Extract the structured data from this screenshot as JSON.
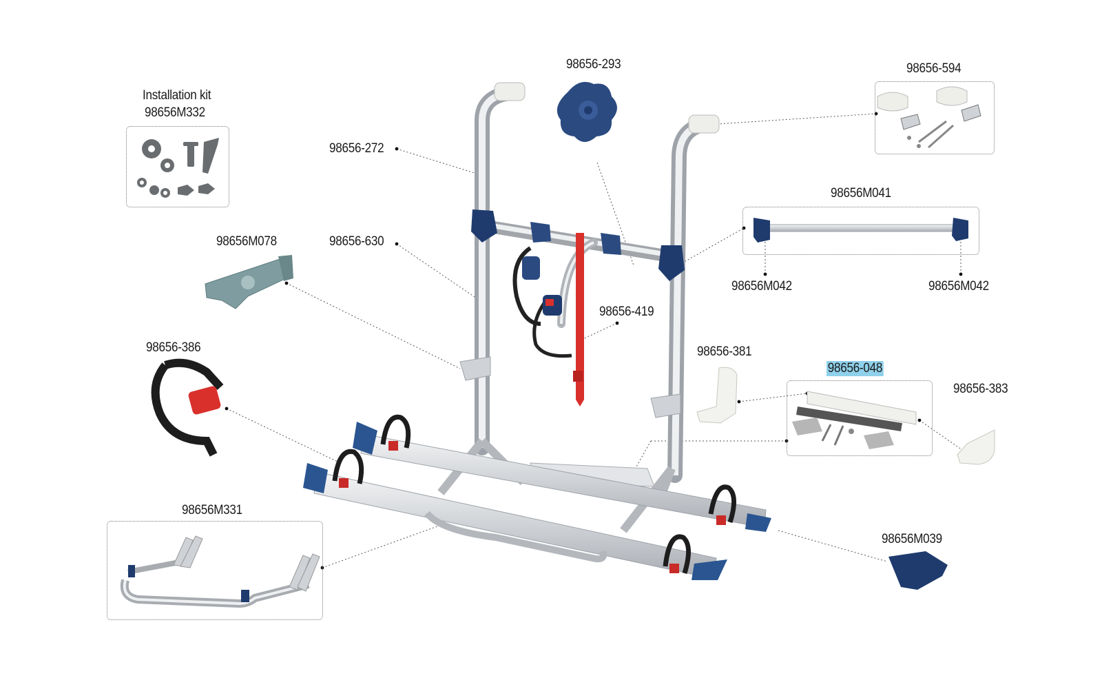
{
  "colors": {
    "accent": "#1f3b6e",
    "strap_red": "#d9302c",
    "rail": "#c9ccd0",
    "highlight": "#8fd0ea"
  },
  "labels": {
    "installation_kit_title": "Installation kit",
    "installation_kit": "98656M332",
    "p293": "98656-293",
    "p594": "98656-594",
    "p272": "98656-272",
    "m041": "98656M041",
    "m078": "98656M078",
    "p630": "98656-630",
    "m042_left": "98656M042",
    "m042_right": "98656M042",
    "p419": "98656-419",
    "p386": "98656-386",
    "p381": "98656-381",
    "p048": "98656-048",
    "p383": "98656-383",
    "m331": "98656M331",
    "m039": "98656M039"
  },
  "icons": [
    "gear-icon",
    "screw-icon",
    "chain-icon",
    "nut-icon"
  ]
}
